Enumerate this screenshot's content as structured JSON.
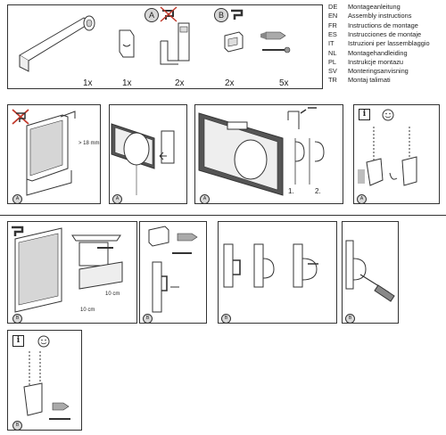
{
  "languages": [
    {
      "code": "DE",
      "text": "Montageanleitung"
    },
    {
      "code": "EN",
      "text": "Assembly instructions"
    },
    {
      "code": "FR",
      "text": "Instructions de montage"
    },
    {
      "code": "ES",
      "text": "Instrucciones de montaje"
    },
    {
      "code": "IT",
      "text": "Istruzioni per lassemblaggio"
    },
    {
      "code": "NL",
      "text": "Montagehandleiding"
    },
    {
      "code": "PL",
      "text": "Instrukcje montazu"
    },
    {
      "code": "SV",
      "text": "Monteringsanvisning"
    },
    {
      "code": "TR",
      "text": "Montaj talimati"
    }
  ],
  "parts": {
    "roller_qty": "1x",
    "bracket_qty": "1x",
    "clip_qty": "2x",
    "clamp_qty": "2x",
    "screw_qty": "5x"
  },
  "option_a": "A",
  "option_b": "B",
  "labels": {
    "min_height": "> 18 mm",
    "step1": "1.",
    "step2": "2.",
    "width1": "10 cm",
    "width2": "10 cm"
  },
  "badges": {
    "a": "A",
    "b": "B"
  },
  "info_symbol": "i",
  "colors": {
    "line": "#333333",
    "gray": "#bdbdbd",
    "dark": "#555555",
    "red": "#c0392b"
  }
}
